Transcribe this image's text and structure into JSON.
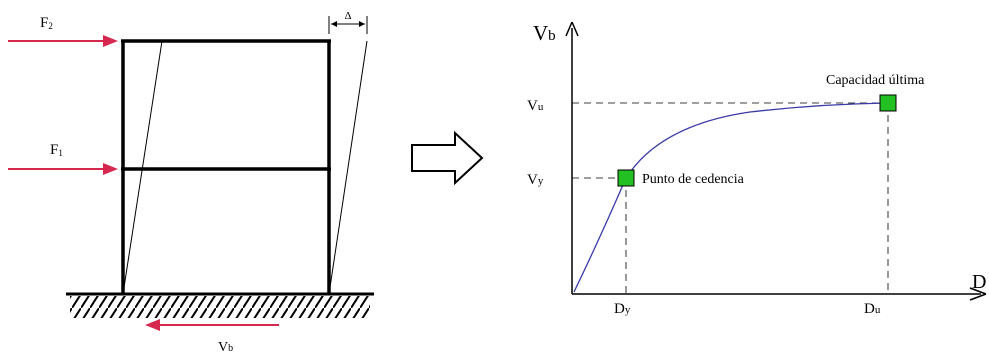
{
  "frame": {
    "force_top": {
      "main": "F",
      "sub": "2"
    },
    "force_mid": {
      "main": "F",
      "sub": "1"
    },
    "drift_label": "Δ",
    "base_shear": {
      "main": "V",
      "sub": "b"
    }
  },
  "transition_symbol": "⇨",
  "curve": {
    "y_axis_label": {
      "main": "V",
      "sub": "b"
    },
    "x_axis_label": "D",
    "vu_label": {
      "main": "V",
      "sub": "u"
    },
    "vy_label": {
      "main": "V",
      "sub": "y"
    },
    "dy_label": {
      "main": "D",
      "sub": "y"
    },
    "du_label": {
      "main": "D",
      "sub": "u"
    },
    "yield_point_label": "Punto de cedencia",
    "ultimate_capacity_label": "Capacidad última"
  },
  "colors": {
    "force_arrow": "#d6284f",
    "curve": "#3a3aa8",
    "marker_fill": "#22c022",
    "marker_stroke": "#000000",
    "frame": "#000000"
  }
}
